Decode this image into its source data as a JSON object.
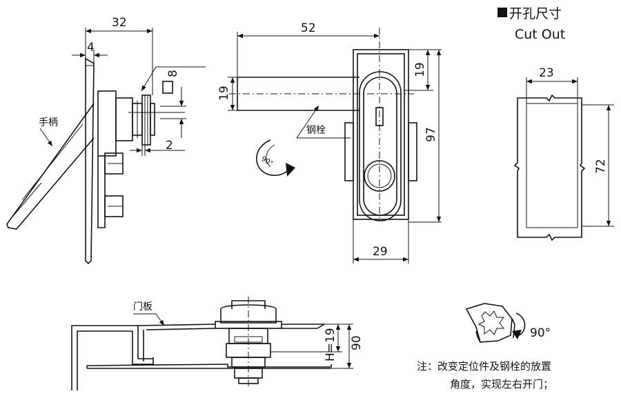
{
  "header": {
    "title_cn": "开孔尺寸",
    "title_en": "Cut Out"
  },
  "side_view": {
    "dim_total_width": "32",
    "dim_plate": "4",
    "dim_slot": "8",
    "dim_gap": "2",
    "handle_label": "手柄"
  },
  "front_view": {
    "dim_bolt_length": "52",
    "dim_bolt_height": "19",
    "dim_top_offset": "19",
    "dim_height": "97",
    "dim_width": "29",
    "rotation": "90°",
    "bolt_label": "钢栓"
  },
  "cutout": {
    "dim_width": "23",
    "dim_height": "72"
  },
  "bottom_view": {
    "door_label": "门板",
    "dim_h": "H=19",
    "dim_total": "90"
  },
  "gear": {
    "rotation": "90°"
  },
  "note": {
    "line1": "注：改变定位件及钢栓的放置",
    "line2": "角度，实现左右开门；"
  }
}
